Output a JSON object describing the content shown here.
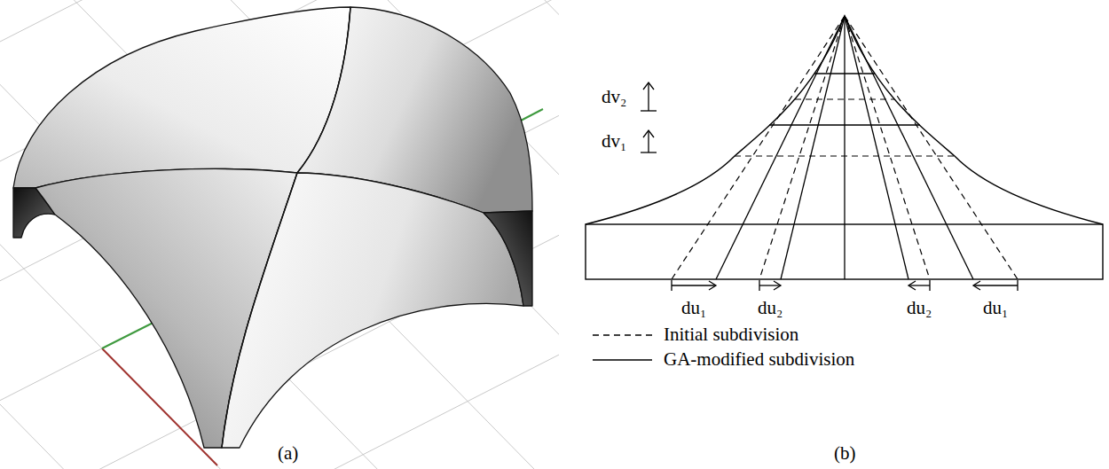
{
  "diagram": {
    "labels": [
      "dv₂",
      "dv₁",
      "du₁",
      "du₂",
      "du₂",
      "du₁",
      "(a)",
      "(b)"
    ],
    "legend": [
      {
        "text": "Initial subdivision"
      },
      {
        "text": "GA-modified subdivision"
      }
    ]
  }
}
